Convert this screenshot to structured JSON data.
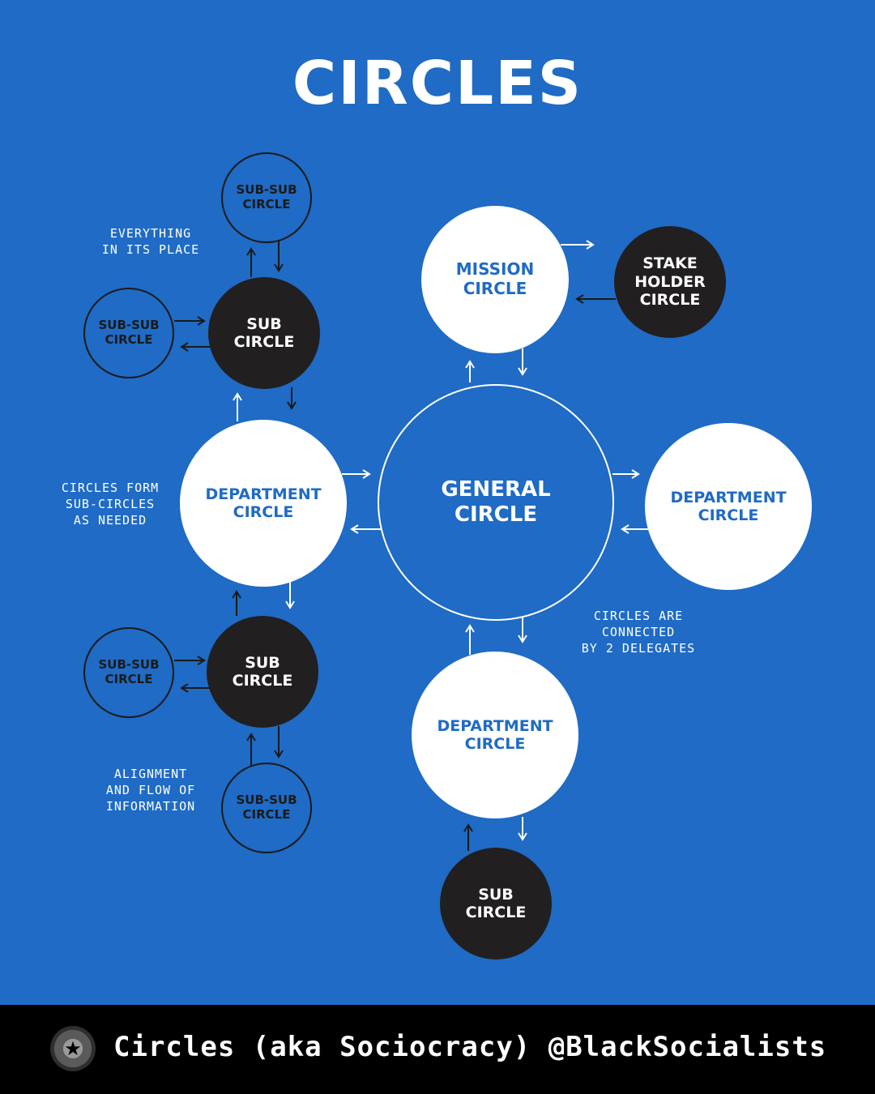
{
  "title": "CIRCLES",
  "circles": {
    "general": "GENERAL\nCIRCLE",
    "mission": "MISSION\nCIRCLE",
    "stakeholder": "STAKE\nHOLDER\nCIRCLE",
    "department_left": "DEPARTMENT\nCIRCLE",
    "department_right": "DEPARTMENT\nCIRCLE",
    "department_bottom": "DEPARTMENT\nCIRCLE",
    "sub_top": "SUB\nCIRCLE",
    "sub_left_bottom": "SUB\nCIRCLE",
    "sub_bottom": "SUB\nCIRCLE",
    "subsub_top": "SUB-SUB\nCIRCLE",
    "subsub_left_top": "SUB-SUB\nCIRCLE",
    "subsub_left_bottom": "SUB-SUB\nCIRCLE",
    "subsub_bottom": "SUB-SUB\nCIRCLE"
  },
  "notes": {
    "everything": "EVERYTHING\nIN ITS PLACE",
    "form": "CIRCLES FORM\nSUB-CIRCLES\nAS NEEDED",
    "connected": "CIRCLES ARE\nCONNECTED\nBY 2 DELEGATES",
    "alignment": "ALIGNMENT\nAND FLOW OF\nINFORMATION"
  },
  "footer": {
    "logo_icon": "star-icon",
    "caption": "Circles (aka Sociocracy) @BlackSocialists"
  }
}
